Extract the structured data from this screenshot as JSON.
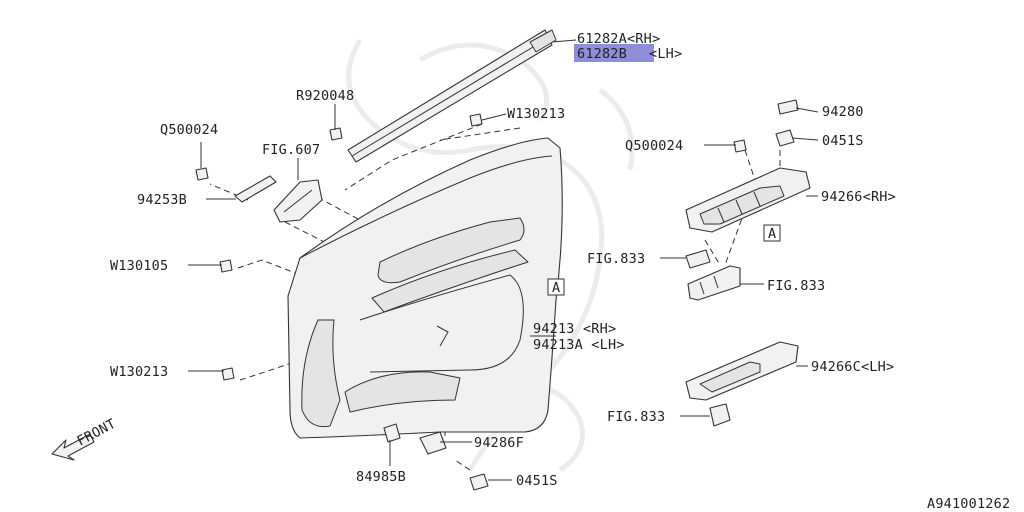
{
  "diagram_id": "A941001262",
  "front_label": "FRONT",
  "colors": {
    "highlight": "#8f8fd8",
    "line": "#333333",
    "part_fill": "#f1f1f1"
  },
  "labels": {
    "p61282a": "61282A<RH>",
    "p61282b_code": "61282B",
    "p61282b_side": "<LH>",
    "r920048": "R920048",
    "w130213_top": "W130213",
    "q500024_left": "Q500024",
    "fig607": "FIG.607",
    "p94253b": "94253B",
    "w130105": "W130105",
    "w130213_bottom": "W130213",
    "ref_a_left": "A",
    "p94213": "94213  <RH>",
    "p94213a": "94213A <LH>",
    "p84985b": "84985B",
    "p94286f": "94286F",
    "p0451s_bottom": "0451S",
    "p94280": "94280",
    "p0451s_top": "0451S",
    "q500024_right": "Q500024",
    "p94266": "94266<RH>",
    "ref_a_right": "A",
    "fig833_a": "FIG.833",
    "fig833_b": "FIG.833",
    "p94266c": "94266C<LH>",
    "fig833_c": "FIG.833"
  }
}
